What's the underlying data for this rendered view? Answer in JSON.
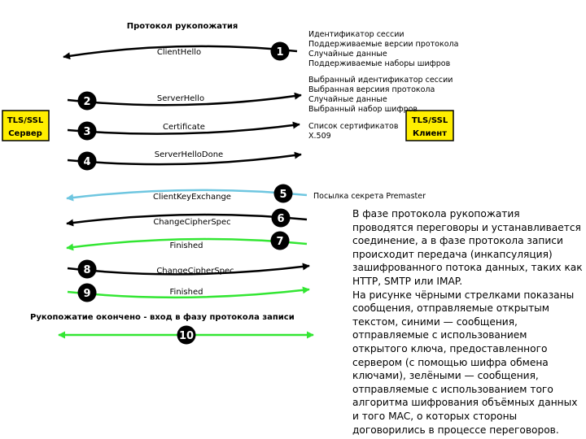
{
  "title": "Протокол рукопожатия",
  "server_box": {
    "line1": "TLS/SSL",
    "line2": "Сервер"
  },
  "client_box": {
    "line1": "TLS/SSL",
    "line2": "Клиент"
  },
  "colors": {
    "black": "#000000",
    "blue": "#6ec6e0",
    "green": "#33e633",
    "box_fill": "#ffee00"
  },
  "messages": [
    {
      "num": "1",
      "label": "ClientHello",
      "direction": "left",
      "color": "black"
    },
    {
      "num": "2",
      "label": "ServerHello",
      "direction": "right",
      "color": "black"
    },
    {
      "num": "3",
      "label": "Certificate",
      "direction": "right",
      "color": "black"
    },
    {
      "num": "4",
      "label": "ServerHelloDone",
      "direction": "right",
      "color": "black"
    },
    {
      "num": "5",
      "label": "ClientKeyExchange",
      "direction": "left",
      "color": "blue"
    },
    {
      "num": "6",
      "label": "ChangeCipherSpec",
      "direction": "left",
      "color": "black"
    },
    {
      "num": "7",
      "label": "Finished",
      "direction": "left",
      "color": "green"
    },
    {
      "num": "8",
      "label": "ChangeCipherSpec",
      "direction": "right",
      "color": "black"
    },
    {
      "num": "9",
      "label": "Finished",
      "direction": "right",
      "color": "green"
    },
    {
      "num": "10",
      "label": "",
      "direction": "both",
      "color": "green"
    }
  ],
  "notes": {
    "client_hello": [
      "Идентификатор сессии",
      "Поддерживаемые версии протокола",
      "Случайные данные",
      "Поддерживаемые наборы шифров"
    ],
    "server_hello": [
      "Выбранный идентификатор сессии",
      "Выбранная версиия протокола",
      "Случайные данные",
      "Выбранный набор шифров"
    ],
    "certificate": [
      "Список сертификатов",
      "X.509"
    ],
    "key_exchange": "Посылка секрета Premaster"
  },
  "footer_label": "Рукопожатие окончено - вход в фазу протокола записи",
  "description": {
    "p1": "В фазе протокола рукопожатия проводятся переговоры и устанавливается соединение, а в фазе протокола записи происходит передача (инкапсуляция) зашифрованного потока данных, таких как HTTP, SMTP или IMAP.",
    "p2": "На рисунке чёрными стрелками показаны сообщения, отправляемые открытым текстом, синими — сообщения, отправляемые с использованием открытого ключа, предоставленного сервером (с помощью шифра обмена ключами), зелёными — сообщения, отправляемые с использованием того алгоритма шифрования объёмных данных и того MAC, о которых стороны договорились в процессе переговоров."
  }
}
